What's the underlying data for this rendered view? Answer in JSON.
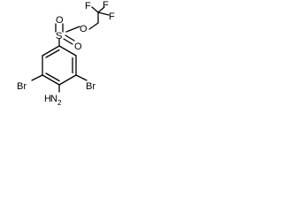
{
  "molecule": {
    "labels": {
      "f1": "F",
      "f2": "F",
      "f3": "F",
      "o_ester": "O",
      "s": "S",
      "o_top": "O",
      "o_bottom": "O",
      "br_left": "Br",
      "br_right": "Br",
      "amine": "NH2",
      "amine_text": "H",
      "amine_n": "N",
      "amine_sub": "2"
    }
  },
  "colors": {
    "background": "#ffffff",
    "bond": "#000000",
    "text": "#000000"
  }
}
